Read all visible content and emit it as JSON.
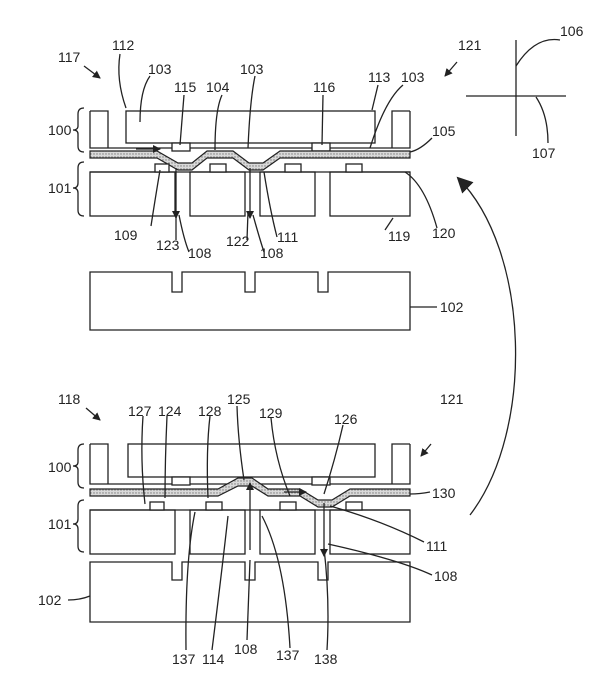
{
  "figure": {
    "colors": {
      "line": "#222222",
      "membrane_fill": "#bdbdbd",
      "background": "#ffffff"
    },
    "labels": {
      "l117": "117",
      "l112": "112",
      "l103a": "103",
      "l103b": "103",
      "l103c": "103",
      "l113": "113",
      "l115": "115",
      "l104": "104",
      "l116": "116",
      "l105": "105",
      "l100a": "100",
      "l101a": "101",
      "l109": "109",
      "l123": "123",
      "l108a": "108",
      "l122": "122",
      "l108b": "108",
      "l111a": "111",
      "l119": "119",
      "l120": "120",
      "l102a": "102",
      "l121a": "121",
      "l106": "106",
      "l107": "107",
      "l118": "118",
      "l127": "127",
      "l124": "124",
      "l128": "128",
      "l125": "125",
      "l129": "129",
      "l126": "126",
      "l121b": "121",
      "l100b": "100",
      "l130": "130",
      "l101b": "101",
      "l111b": "111",
      "l108c": "108",
      "l102b": "102",
      "l137a": "137",
      "l114": "114",
      "l108d": "108",
      "l137b": "137",
      "l138": "138"
    }
  }
}
